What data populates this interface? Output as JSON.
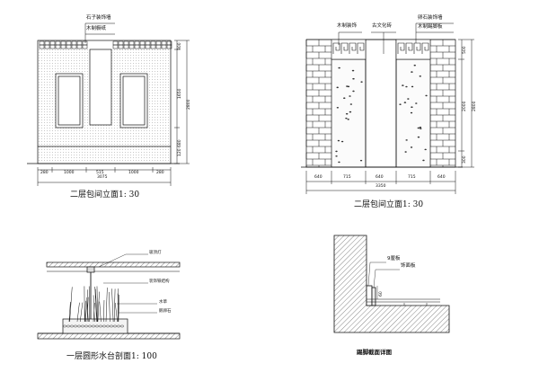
{
  "drawings": {
    "elev_left": {
      "title": "二层包间立面1: 30",
      "callouts": [
        "石子装饰墙",
        "木制橱纸"
      ],
      "dims_bottom": [
        "280",
        "1000",
        "515",
        "1000",
        "280"
      ],
      "dim_total": "3075",
      "dims_right": [
        "300",
        "1650",
        "120 680"
      ],
      "dim_right_total": "2800"
    },
    "elev_right": {
      "title": "二层包间立面1: 30",
      "callouts": [
        "木制装饰",
        "古文化砖",
        "卵石装饰墙",
        "木制踢脚板"
      ],
      "dims_bottom": [
        "640",
        "715",
        "640",
        "715",
        "640"
      ],
      "dim_total": "3350",
      "dims_right": [
        "500",
        "2000",
        "300"
      ],
      "dim_right_total": "2800"
    },
    "section": {
      "title": "一层圆形水台剖面1: 100",
      "callouts": [
        "吸顶灯",
        "装饰铁结构",
        "水草",
        "鹅卵石"
      ]
    },
    "detail": {
      "title": "踢脚截面详图",
      "callouts": [
        "9厘板",
        "饰面板"
      ],
      "dim": "60"
    }
  }
}
